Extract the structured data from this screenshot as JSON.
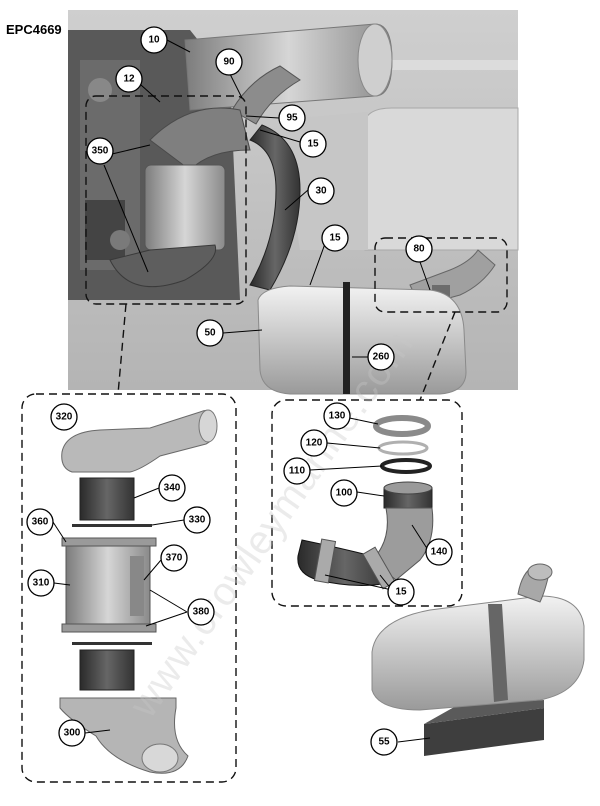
{
  "diagram_code": "EPC4669",
  "watermark": "www.crowleymarine.com",
  "callouts": [
    {
      "id": "c10",
      "label": "10"
    },
    {
      "id": "c90",
      "label": "90"
    },
    {
      "id": "c12",
      "label": "12"
    },
    {
      "id": "c95",
      "label": "95"
    },
    {
      "id": "c15a",
      "label": "15"
    },
    {
      "id": "c350",
      "label": "350"
    },
    {
      "id": "c30",
      "label": "30"
    },
    {
      "id": "c15b",
      "label": "15"
    },
    {
      "id": "c80",
      "label": "80"
    },
    {
      "id": "c50",
      "label": "50"
    },
    {
      "id": "c260",
      "label": "260"
    },
    {
      "id": "c320",
      "label": "320"
    },
    {
      "id": "c130",
      "label": "130"
    },
    {
      "id": "c120",
      "label": "120"
    },
    {
      "id": "c110",
      "label": "110"
    },
    {
      "id": "c340",
      "label": "340"
    },
    {
      "id": "c100",
      "label": "100"
    },
    {
      "id": "c360",
      "label": "360"
    },
    {
      "id": "c330",
      "label": "330"
    },
    {
      "id": "c370",
      "label": "370"
    },
    {
      "id": "c140",
      "label": "140"
    },
    {
      "id": "c310",
      "label": "310"
    },
    {
      "id": "c380",
      "label": "380"
    },
    {
      "id": "c15c",
      "label": "15"
    },
    {
      "id": "c300",
      "label": "300"
    },
    {
      "id": "c55",
      "label": "55"
    }
  ]
}
